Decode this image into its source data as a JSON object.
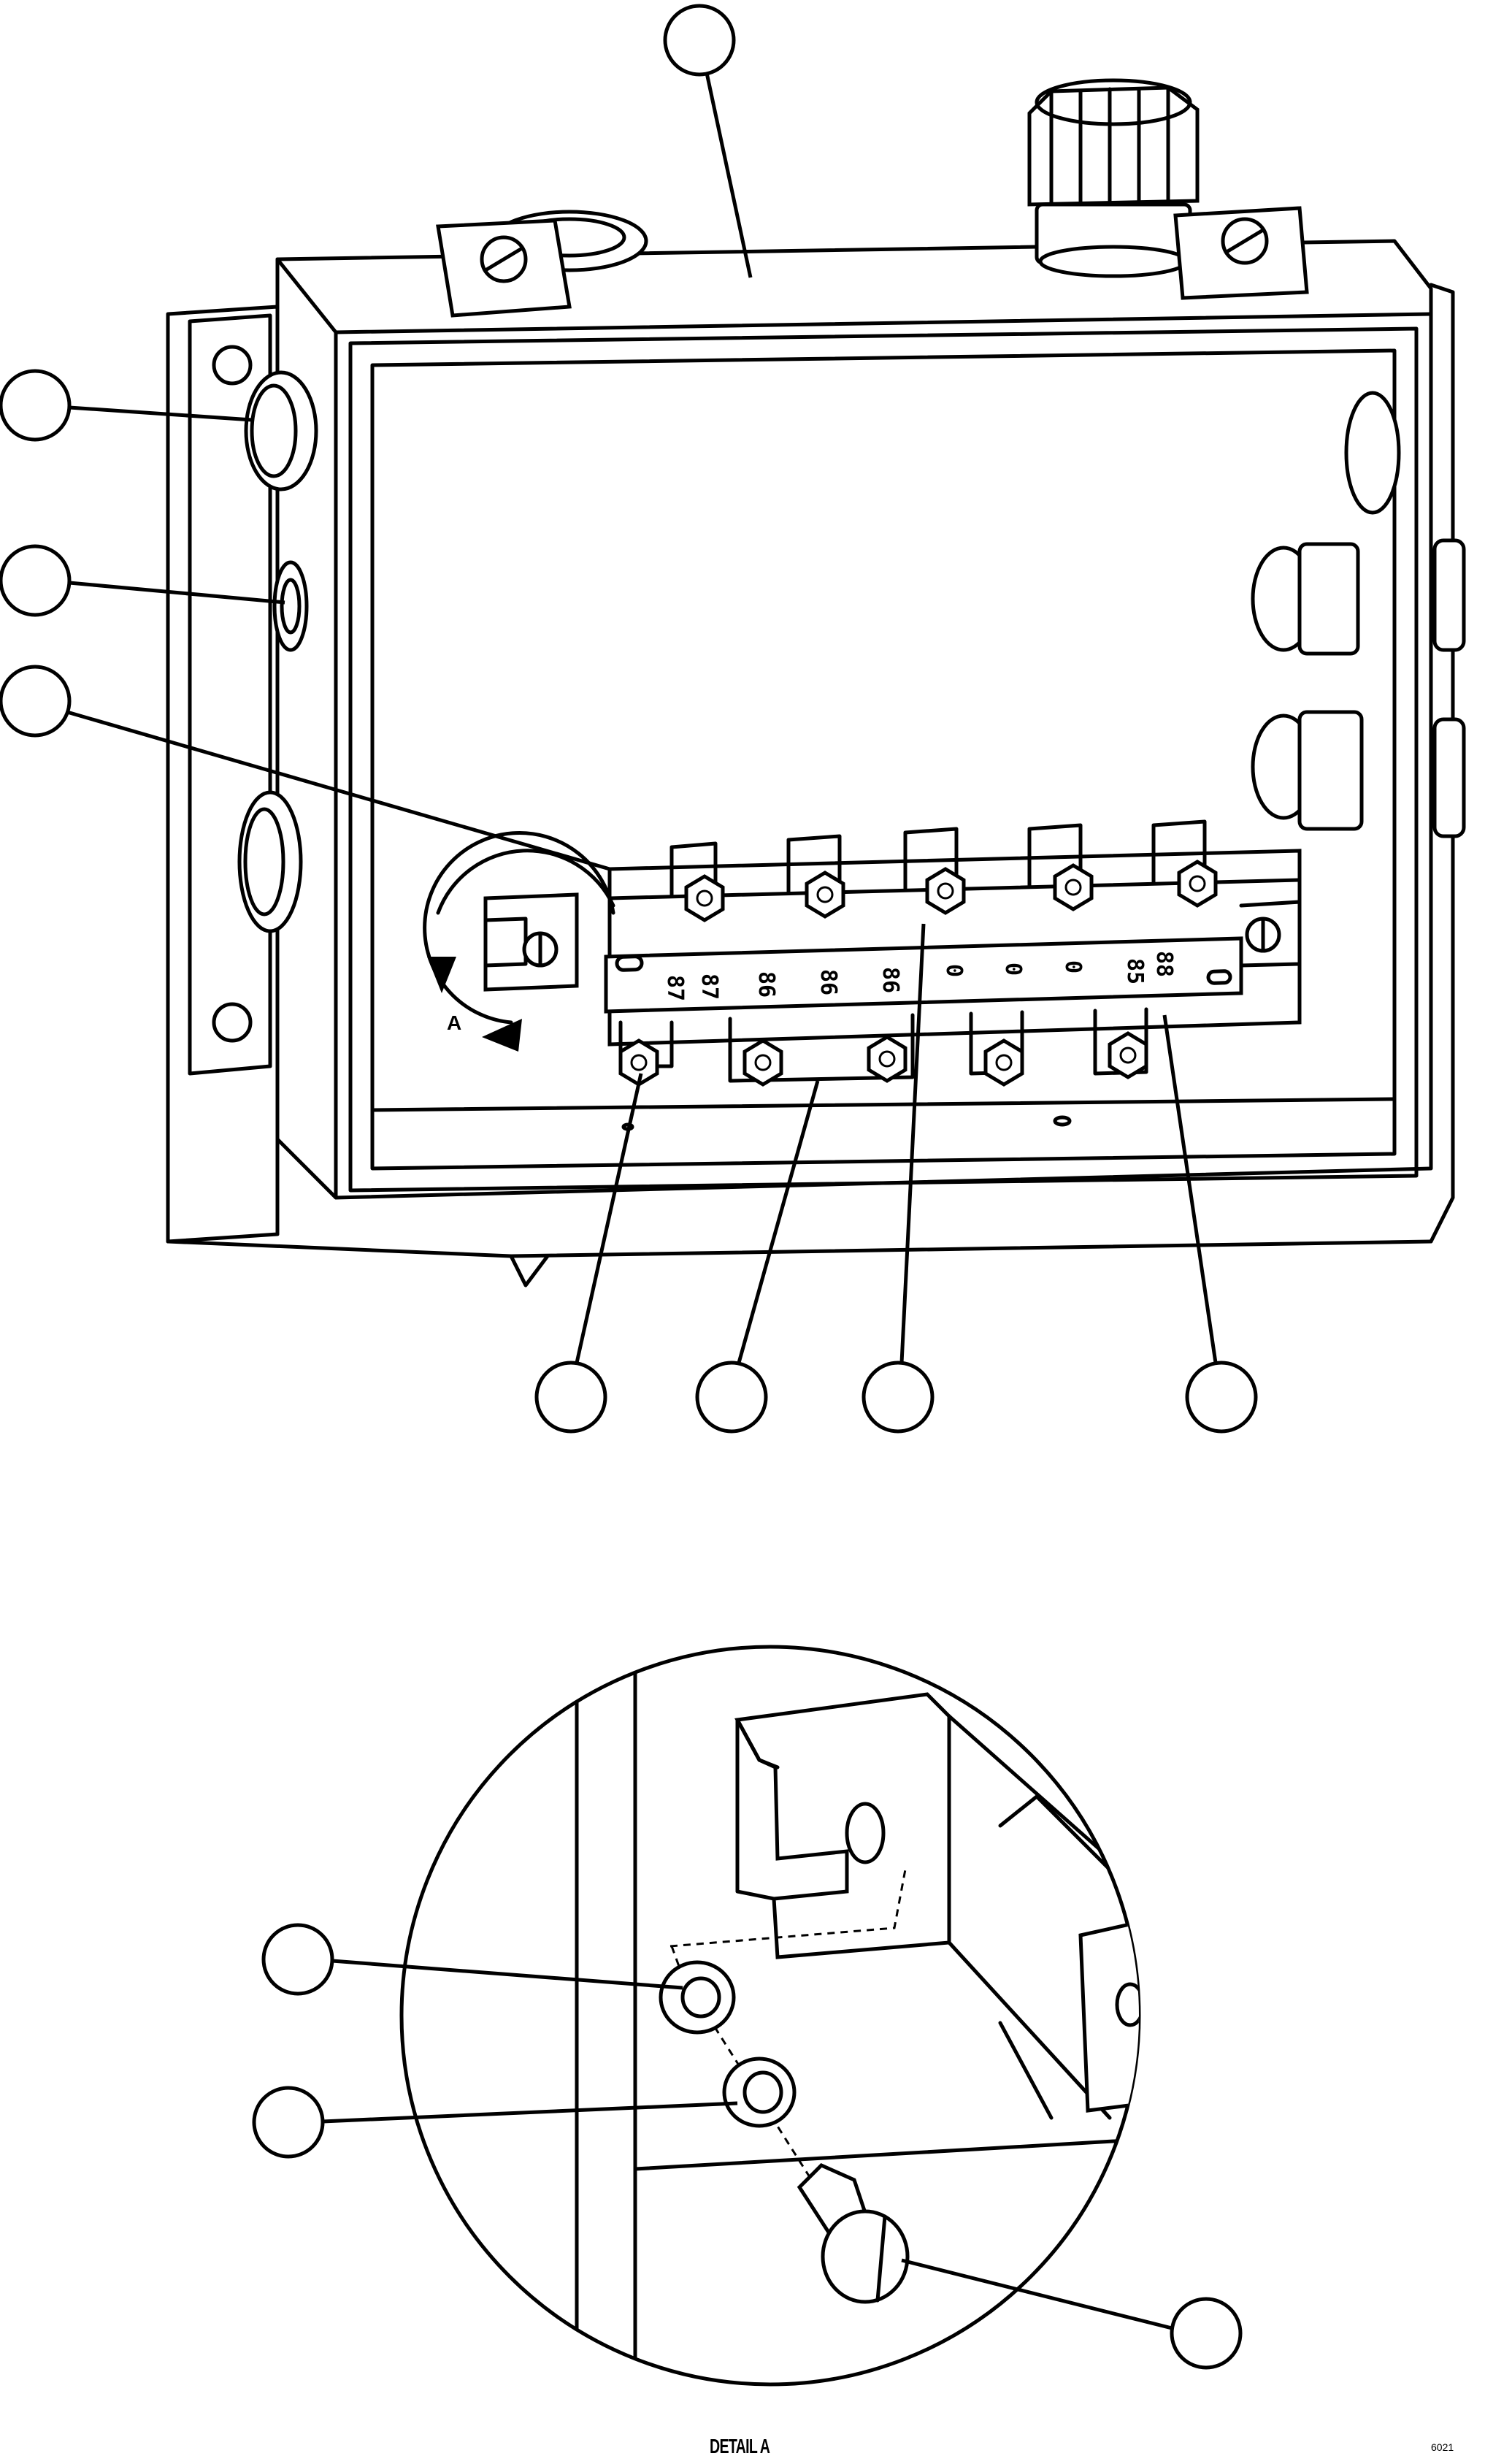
{
  "view_a": {
    "label": "A"
  },
  "terminal_strip": {
    "markings": [
      "87",
      "87",
      "86",
      "86",
      "86",
      "0",
      "0",
      "0",
      "85",
      "88"
    ]
  },
  "detail": {
    "title": "DETAIL A"
  },
  "corner_note": "6021",
  "colors": {
    "line": "#000000",
    "background": "#ffffff"
  }
}
